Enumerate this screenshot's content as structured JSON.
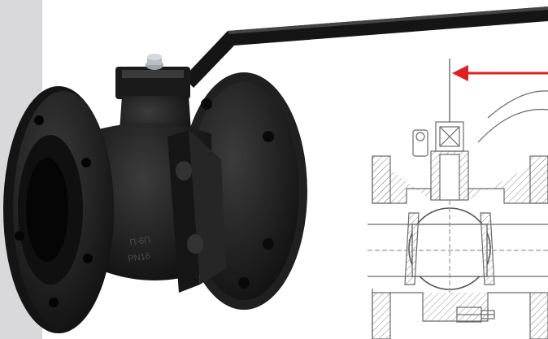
{
  "photo": {
    "subject": "flanged-ball-valve",
    "body_color": "#1c1c1c",
    "highlight_color": "#3a3a3a",
    "background_color": "#ffffff",
    "side_band_color": "#d9d9db"
  },
  "body_casting_text": {
    "line1": "П-6П",
    "line2": "PN16"
  },
  "drawing": {
    "type": "cross-section",
    "line_color": "#6a6a6a",
    "arrow_color": "#e02020"
  }
}
